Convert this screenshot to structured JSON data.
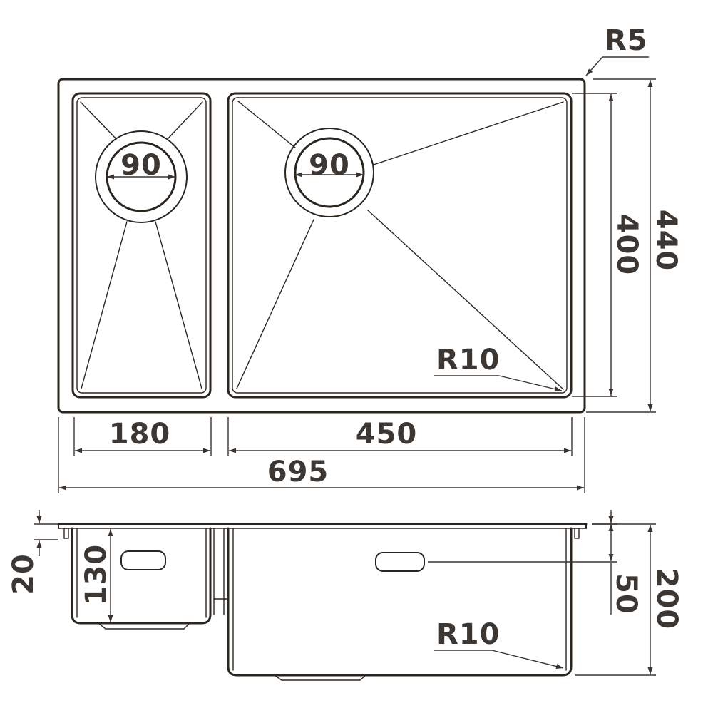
{
  "top_view": {
    "corner_radius_outer": "R5",
    "corner_radius_inner": "R10",
    "small_drain": "90",
    "large_drain": "90",
    "width_small_bowl": "180",
    "width_large_bowl": "450",
    "overall_width": "695",
    "inner_depth": "400",
    "overall_depth": "440"
  },
  "side_view": {
    "flange_height": "20",
    "small_bowl_depth": "130",
    "overflow_offset": "50",
    "overall_height": "200",
    "corner_radius": "R10"
  }
}
